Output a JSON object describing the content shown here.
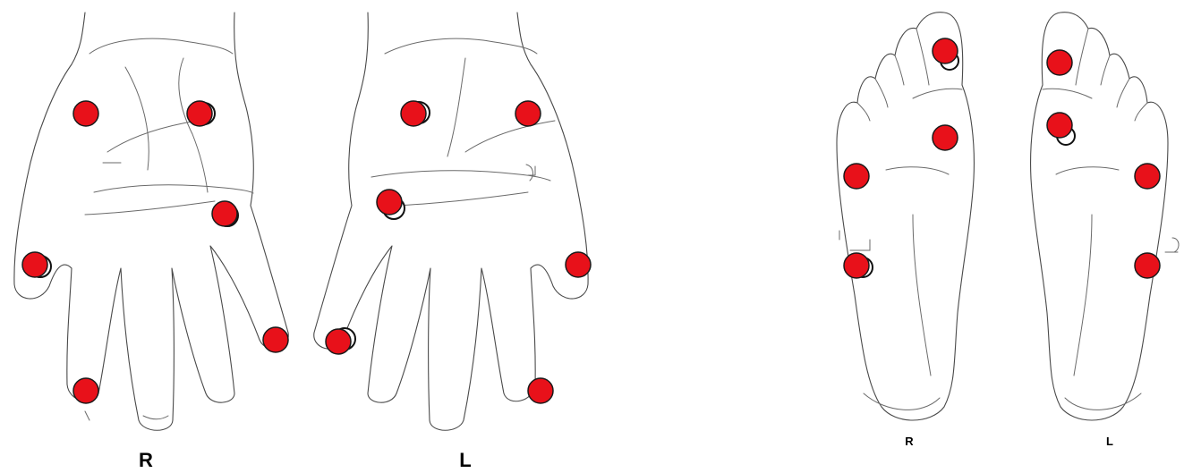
{
  "colors": {
    "marker": "#e8111a",
    "outline": "#4a4a4a"
  },
  "labels": {
    "right_hand": "R",
    "left_hand": "L",
    "right_foot": "R",
    "left_foot": "L"
  }
}
